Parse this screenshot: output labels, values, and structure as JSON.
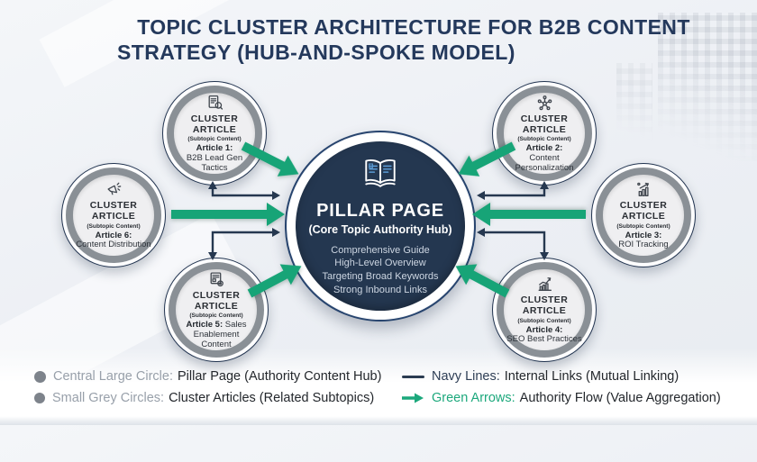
{
  "title": {
    "line1": "TOPIC CLUSTER ARCHITECTURE FOR B2B CONTENT",
    "line2": "STRATEGY (HUB-AND-SPOKE MODEL)"
  },
  "pillar": {
    "icon": "open-book-icon",
    "title": "PILLAR PAGE",
    "subtitle": "(Core Topic Authority Hub)",
    "lines": [
      "Comprehensive Guide",
      "High-Level Overview",
      "Targeting Broad Keywords",
      "Strong Inbound Links"
    ]
  },
  "clusters": [
    {
      "icon": "document-search-icon",
      "heading": "CLUSTER ARTICLE",
      "subheading": "(Subtopic Content)",
      "article_label": "Article 1:",
      "topic": "B2B Lead Gen Tactics"
    },
    {
      "icon": "network-nodes-icon",
      "heading": "CLUSTER ARTICLE",
      "subheading": "(Subtopic Content)",
      "article_label": "Article 2:",
      "topic": "Content Personalization"
    },
    {
      "icon": "growth-chart-icon",
      "heading": "CLUSTER ARTICLE",
      "subheading": "(Subtopic Content)",
      "article_label": "Article 3:",
      "topic": "ROI Tracking"
    },
    {
      "icon": "trend-chart-icon",
      "heading": "CLUSTER ARTICLE",
      "subheading": "(Subtopic Content)",
      "article_label": "Article 4:",
      "topic": "SEO Best Practices"
    },
    {
      "icon": "document-gear-icon",
      "heading": "CLUSTER ARTICLE",
      "subheading": "(Subtopic Content)",
      "article_label": "Article 5:",
      "topic": "Sales Enablement Content"
    },
    {
      "icon": "megaphone-icon",
      "heading": "CLUSTER ARTICLE",
      "subheading": "(Subtopic Content)",
      "article_label": "Article 6:",
      "topic": "Content Distribution"
    }
  ],
  "legend": [
    {
      "marker": "large-grey-circle",
      "label": "Central Large Circle:",
      "value": "Pillar Page (Authority Content Hub)"
    },
    {
      "marker": "small-grey-circle",
      "label": "Small Grey Circles:",
      "value": "Cluster Articles (Related Subtopics)"
    },
    {
      "marker": "navy-line",
      "label": "Navy Lines:",
      "value": "Internal Links (Mutual Linking)"
    },
    {
      "marker": "green-arrow",
      "label": "Green Arrows:",
      "value": "Authority Flow (Value Aggregation)"
    }
  ],
  "colors": {
    "navy": "#243a5c",
    "pillar_fill": "#243750",
    "green": "#17a477",
    "grey_ring": "#8a9096",
    "background": "#edf0f4"
  }
}
